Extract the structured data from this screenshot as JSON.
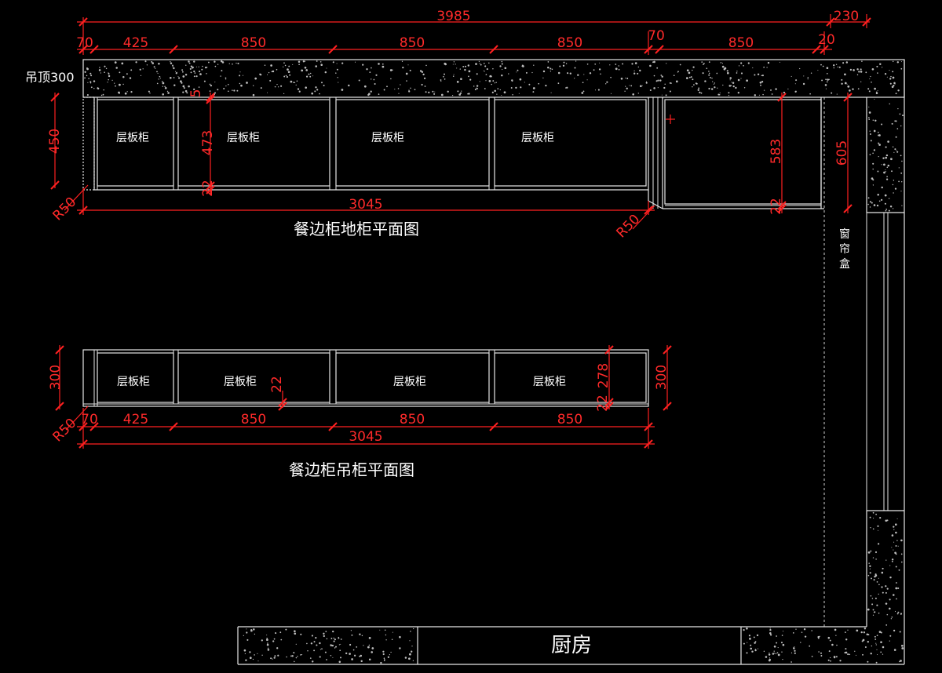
{
  "drawing": {
    "ceiling_label": "吊顶300",
    "window_box_label": [
      "窗",
      "帘",
      "盒"
    ],
    "kitchen_label": "厨房",
    "floor_plan_title": "餐边柜地柜平面图",
    "wall_plan_title": "餐边柜吊柜平面图",
    "cabinet_label": "层板柜"
  },
  "floor_cabinet_dims": {
    "overall": "3985",
    "overall_extra": "230",
    "segments": [
      "70",
      "425",
      "850",
      "850",
      "850",
      "70",
      "850",
      "20"
    ],
    "total": "3045",
    "depth": "450",
    "inner_depth": "473",
    "inner_gap_top": "5",
    "inner_gap_bottom": "22",
    "radius_left": "R50",
    "radius_corner": "R50",
    "side_depth": "583",
    "side_gap": "22",
    "side_overall": "605"
  },
  "wall_cabinet_dims": {
    "segments": [
      "70",
      "425",
      "850",
      "850",
      "850"
    ],
    "total": "3045",
    "depth_left": "300",
    "depth_right": "300",
    "inner_depth": "278",
    "inner_gap": "22",
    "board": "22",
    "radius": "R50"
  },
  "colors": {
    "background": "#000000",
    "lines": "#e6e6e6",
    "dimension": "#ff2020"
  }
}
